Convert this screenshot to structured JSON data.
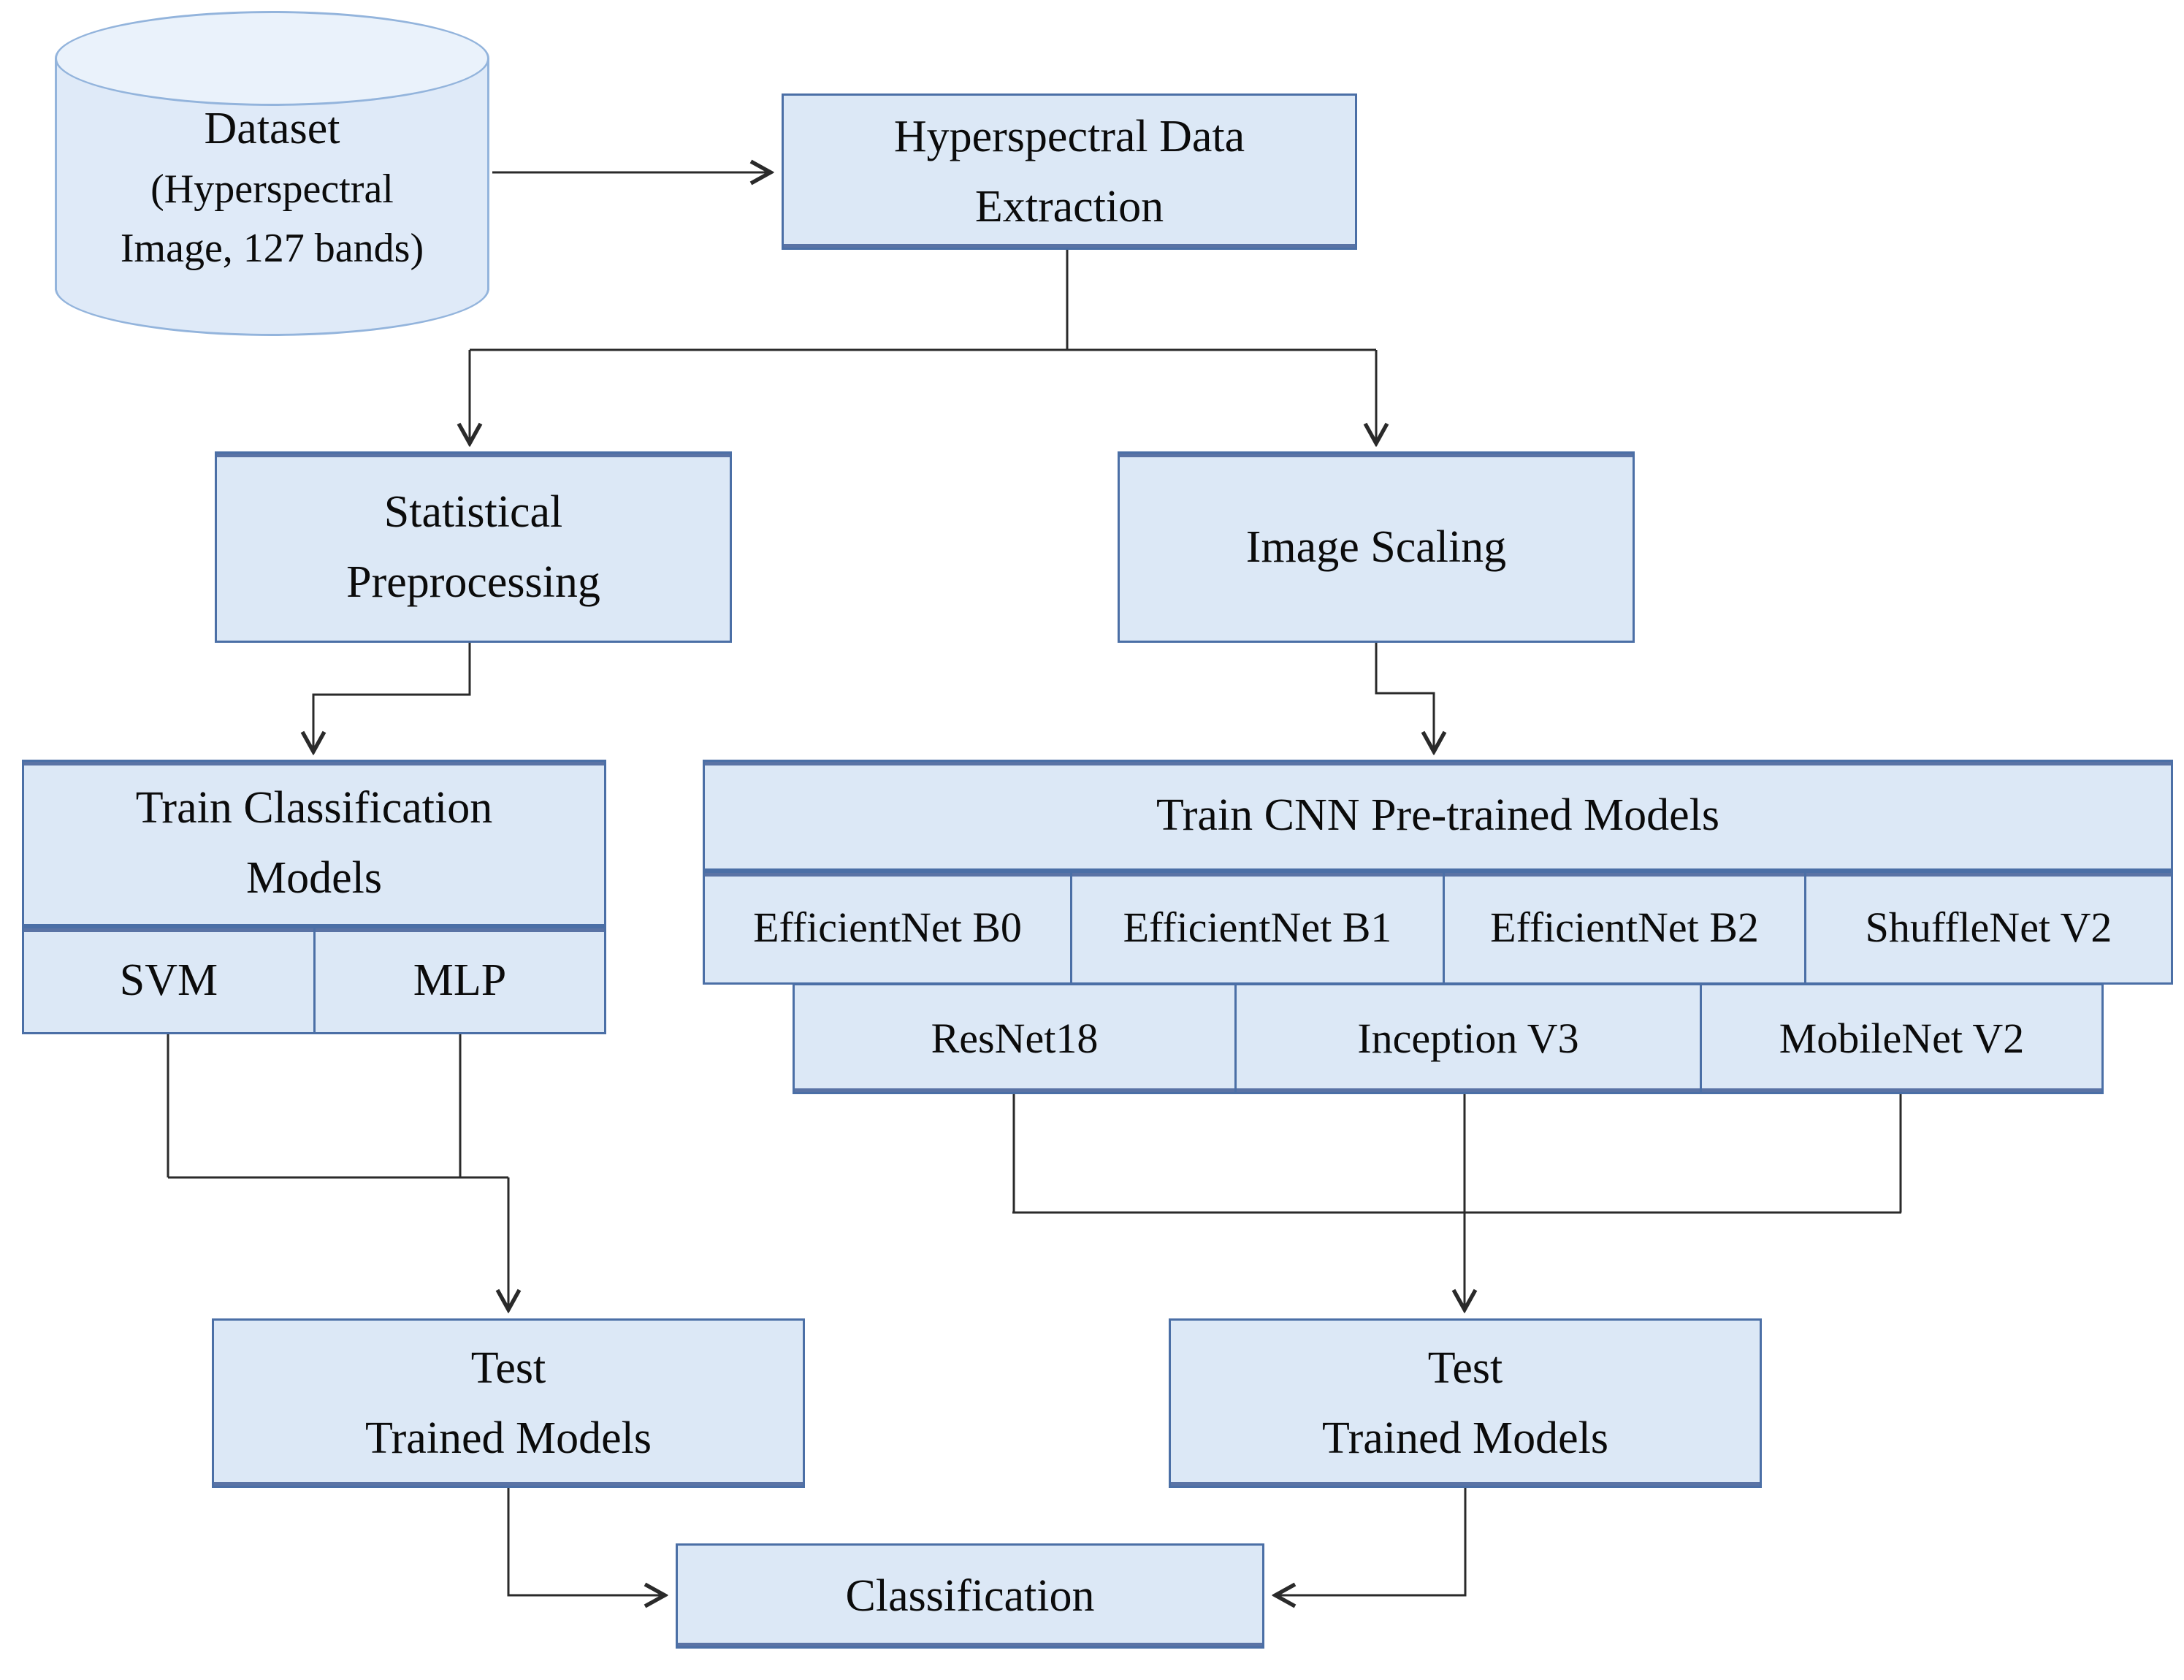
{
  "colors": {
    "node_fill": "#dce8f6",
    "node_border": "#4b6fa6",
    "cylinder_border": "#93b4dc",
    "connector": "#2a2a2a",
    "text": "#0b0b0b"
  },
  "nodes": {
    "dataset": {
      "lines": [
        "Dataset",
        "(Hyperspectral",
        "Image, 127 bands)"
      ]
    },
    "extraction": {
      "lines": [
        "Hyperspectral Data",
        "Extraction"
      ]
    },
    "statistical": {
      "lines": [
        "Statistical",
        "Preprocessing"
      ]
    },
    "scaling": {
      "lines": [
        "Image Scaling"
      ]
    },
    "train_classification": {
      "lines": [
        "Train Classification",
        "Models"
      ]
    },
    "svm": {
      "label": "SVM"
    },
    "mlp": {
      "label": "MLP"
    },
    "train_cnn": {
      "label": "Train CNN Pre-trained Models"
    },
    "cnn_row1": [
      "EfficientNet B0",
      "EfficientNet B1",
      "EfficientNet B2",
      "ShuffleNet V2"
    ],
    "cnn_row2": [
      "ResNet18",
      "Inception V3",
      "MobileNet V2"
    ],
    "test_classical": {
      "lines": [
        "Test",
        "Trained Models"
      ]
    },
    "test_cnn": {
      "lines": [
        "Test",
        "Trained Models"
      ]
    },
    "classification": {
      "label": "Classification"
    }
  }
}
